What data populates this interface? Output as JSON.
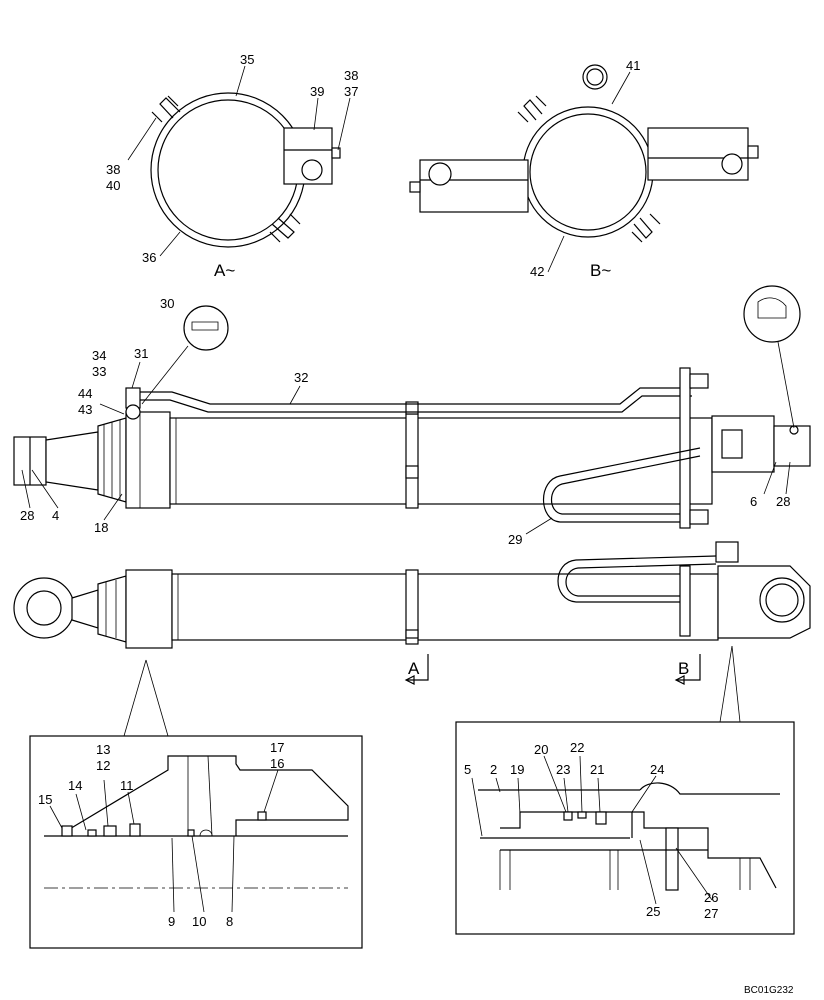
{
  "labels": {
    "p2": "2",
    "p4": "4",
    "p5": "5",
    "p6": "6",
    "p8": "8",
    "p9": "9",
    "p10": "10",
    "p11": "11",
    "p12": "12",
    "p13": "13",
    "p14": "14",
    "p15": "15",
    "p16": "16",
    "p17": "17",
    "p18": "18",
    "p19": "19",
    "p20": "20",
    "p21": "21",
    "p22": "22",
    "p23": "23",
    "p24": "24",
    "p25": "25",
    "p26": "26",
    "p27": "27",
    "p28a": "28",
    "p28b": "28",
    "p29": "29",
    "p30": "30",
    "p31": "31",
    "p32": "32",
    "p33": "33",
    "p34": "34",
    "p35": "35",
    "p36": "36",
    "p37": "37",
    "p38a": "38",
    "p38b": "38",
    "p39": "39",
    "p40": "40",
    "p41": "41",
    "p42": "42",
    "p43": "43",
    "p44": "44"
  },
  "views": {
    "a": "A~",
    "b": "B~",
    "a_arrow": "A",
    "b_arrow": "B"
  },
  "drawing_code": "BC01G232"
}
